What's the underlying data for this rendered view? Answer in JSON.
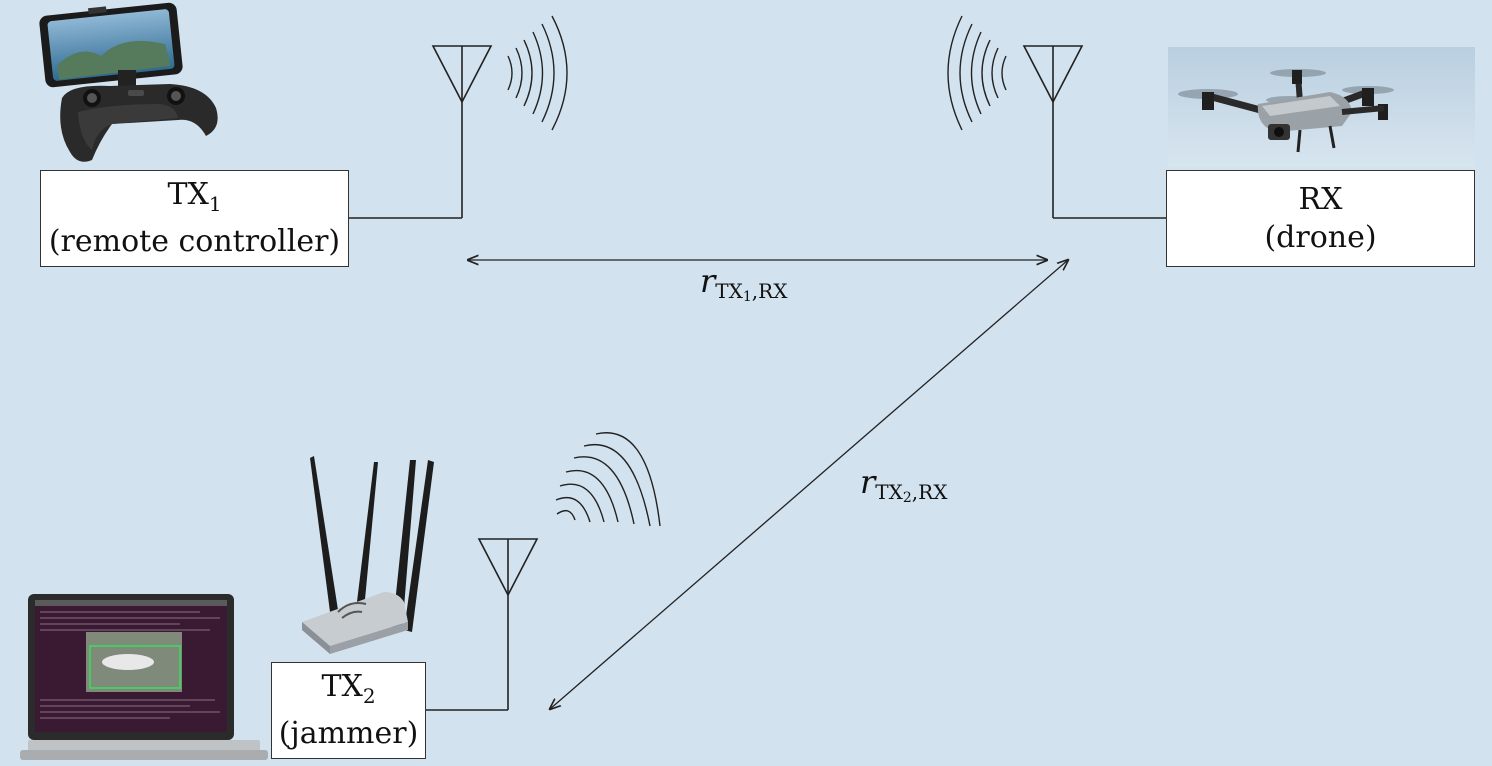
{
  "tx1": {
    "name": "TX",
    "index": "1",
    "role": "(remote controller)"
  },
  "rx": {
    "name": "RX",
    "role": "(drone)"
  },
  "tx2": {
    "name": "TX",
    "index": "2",
    "role": "(jammer)"
  },
  "dist1": {
    "var": "r",
    "sub_a": "TX",
    "sub_idx": "1",
    "sub_b": ",RX"
  },
  "dist2": {
    "var": "r",
    "sub_a": "TX",
    "sub_idx": "2",
    "sub_b": ",RX"
  },
  "colors": {
    "background": "#d3e2ef",
    "box": "#ffffff",
    "line": "#222222"
  }
}
